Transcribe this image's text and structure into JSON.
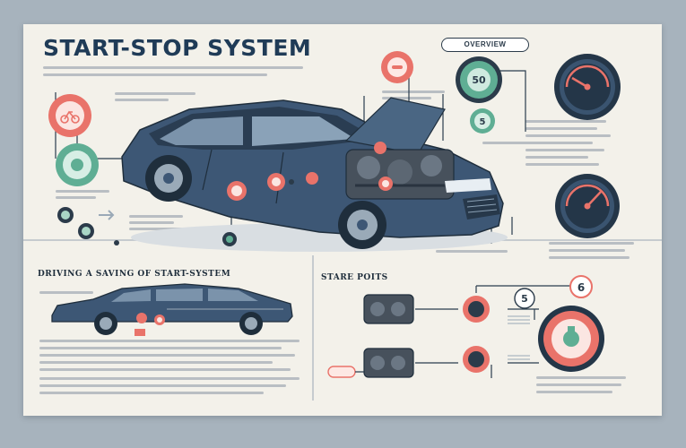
{
  "poster": {
    "title": "START-STOP SYSTEM",
    "badge": "OVERVIEW"
  },
  "bottom_left": {
    "title": "DRIVING A SAVING OF START-SYSTEM"
  },
  "bottom_right": {
    "title": "STARE POITS",
    "badge_right": "6",
    "badge_left": "5"
  },
  "callouts": {
    "small_badge": "5"
  },
  "colors": {
    "navy": "#1f3b57",
    "car_body": "#3d5775",
    "coral": "#e9736a",
    "teal": "#5fae94",
    "gauge": "#243648"
  }
}
